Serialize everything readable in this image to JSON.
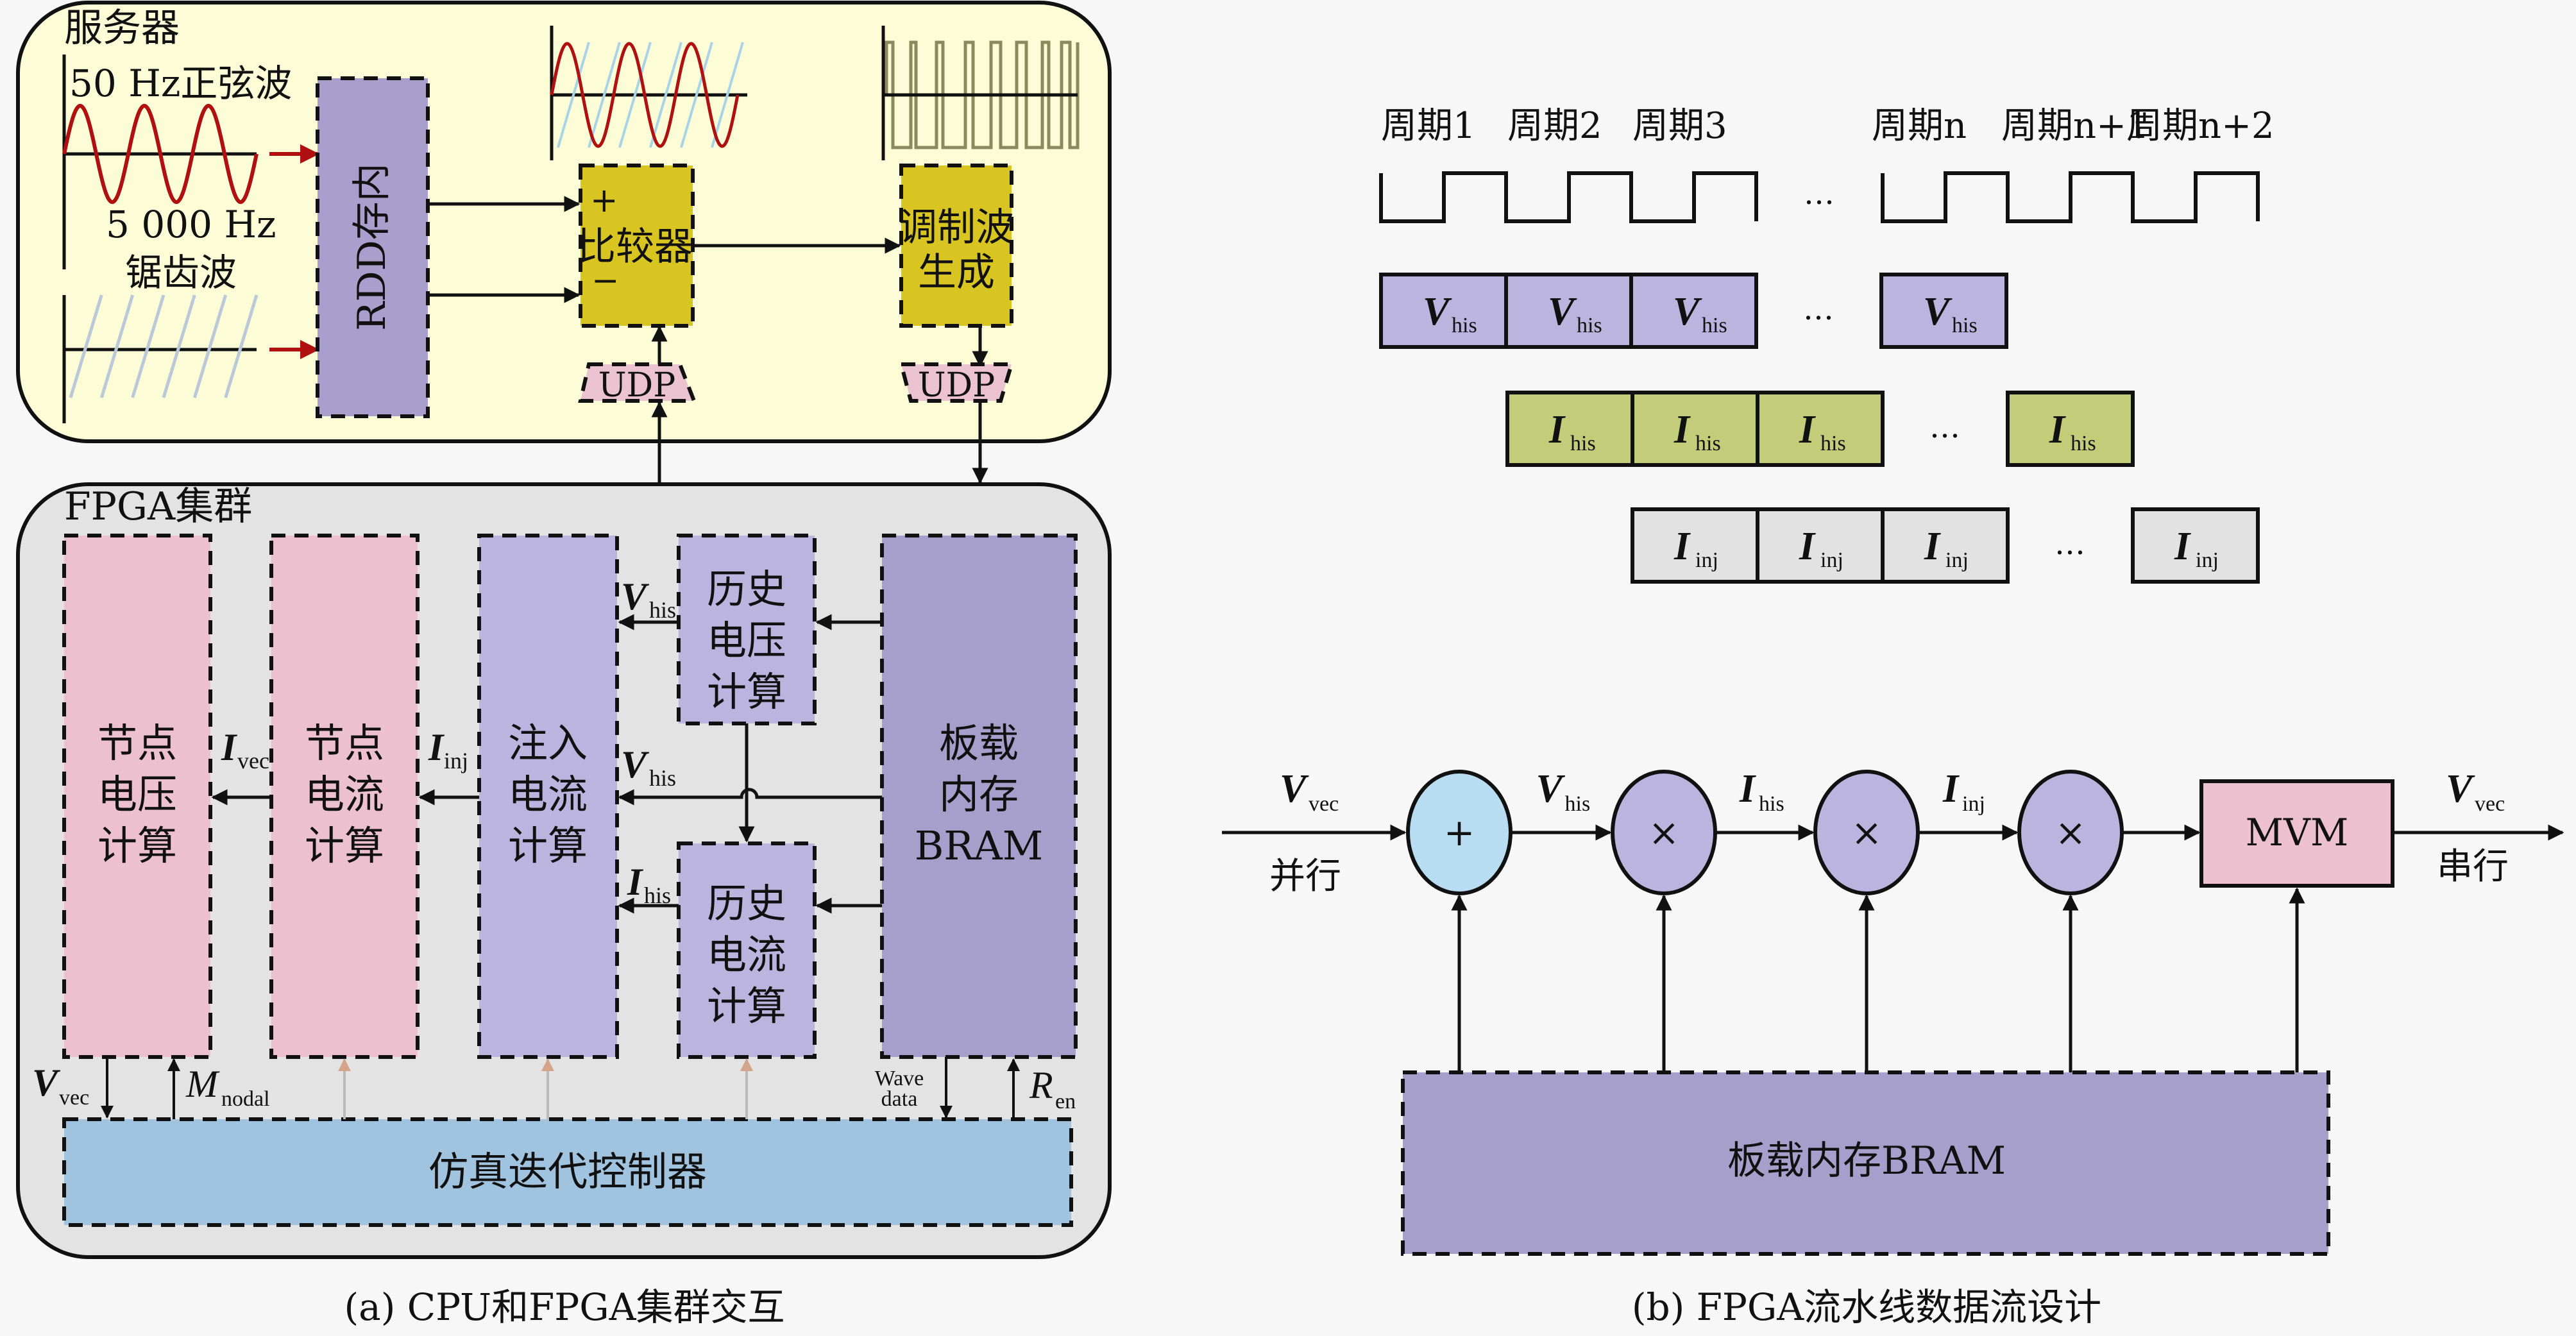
{
  "panel_a": {
    "server": {
      "title": "服务器",
      "sine_label": "50 Hz正弦波",
      "saw_label_1": "5 000 Hz",
      "saw_label_2": "锯齿波",
      "rdd_label": "RDD存内",
      "comparator": {
        "label": "比较器",
        "plus": "+",
        "minus": "−"
      },
      "modgen": {
        "line1": "调制波",
        "line2": "生成"
      },
      "udp_left": "UDP",
      "udp_right": "UDP"
    },
    "fpga": {
      "title": "FPGA集群",
      "node_voltage": [
        "节点",
        "电压",
        "计算"
      ],
      "node_current": [
        "节点",
        "电流",
        "计算"
      ],
      "inject_current": [
        "注入",
        "电流",
        "计算"
      ],
      "hist_voltage": [
        "历史",
        "电压",
        "计算"
      ],
      "hist_current": [
        "历史",
        "电流",
        "计算"
      ],
      "bram": [
        "板载",
        "内存",
        "BRAM"
      ],
      "controller": "仿真迭代控制器",
      "signals": {
        "I_vec": {
          "base": "I",
          "sub": "vec"
        },
        "I_inj": {
          "base": "I",
          "sub": "inj"
        },
        "V_his_1": {
          "base": "V",
          "sub": "his"
        },
        "V_his_2": {
          "base": "V",
          "sub": "his"
        },
        "I_his": {
          "base": "I",
          "sub": "his"
        },
        "V_vec": {
          "base": "V",
          "sub": "vec"
        },
        "M_nodal": {
          "base": "M",
          "sub": "nodal"
        },
        "wave_data_1": "Wave",
        "wave_data_2": "data",
        "R_en": {
          "base": "R",
          "sub": "en"
        }
      }
    },
    "caption": "(a) CPU和FPGA集群交互"
  },
  "panel_b": {
    "periods": [
      "周期1",
      "周期2",
      "周期3",
      "周期n",
      "周期n+1",
      "周期n+2"
    ],
    "ellipsis": "…",
    "rows": [
      {
        "name": "V_his",
        "base": "V",
        "sub": "his",
        "color": "#bab4de"
      },
      {
        "name": "I_his",
        "base": "I",
        "sub": "his",
        "color": "#c3cc78"
      },
      {
        "name": "I_inj",
        "base": "I",
        "sub": "inj",
        "color": "#e2e2e2"
      }
    ],
    "pipeline": {
      "input": {
        "base": "V",
        "sub": "vec",
        "note": "并行"
      },
      "ops": [
        "+",
        "×",
        "×",
        "×"
      ],
      "between": [
        {
          "base": "V",
          "sub": "his"
        },
        {
          "base": "I",
          "sub": "his"
        },
        {
          "base": "I",
          "sub": "inj"
        }
      ],
      "mvm": "MVM",
      "output": {
        "base": "V",
        "sub": "vec",
        "note": "串行"
      },
      "bram": "板载内存BRAM"
    },
    "caption": "(b) FPGA流水线数据流设计"
  },
  "colors": {
    "server_bg": "#fcfdd6",
    "fpga_bg": "#e3e3e3",
    "rdd": "#a89fcc",
    "comparator": "#d9c521",
    "udp": "#ebc2cf",
    "node_pink": "#ecc0cf",
    "lavender": "#bab4de",
    "bram": "#a79fcb",
    "controller": "#a0c4e0",
    "plus_circle": "#b8dcf2",
    "sine_red": "#b01010"
  }
}
